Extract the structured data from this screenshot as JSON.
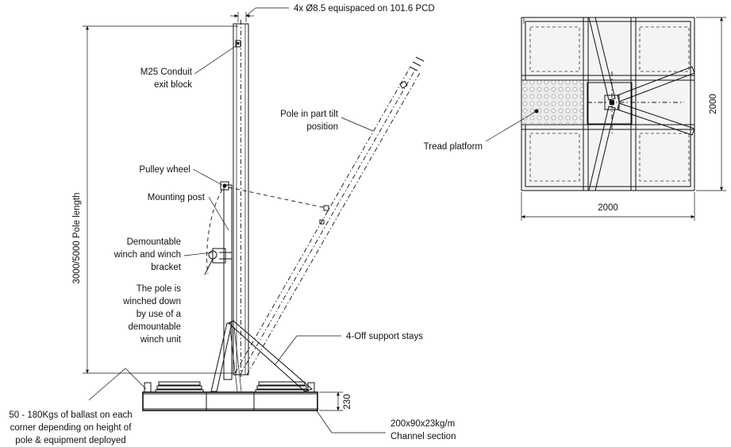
{
  "labels": {
    "bolt_spec": "4x Ø8.5 equispaced on 101.6 PCD",
    "conduit_block_line1": "M25 Conduit",
    "conduit_block_line2": "exit block",
    "tilt_line1": "Pole in part tilt",
    "tilt_line2": "position",
    "pulley_wheel": "Pulley wheel",
    "mounting_post": "Mounting post",
    "winch_line1": "Demountable",
    "winch_line2": "winch and winch",
    "winch_line3": "bracket",
    "winched_line1": "The pole is",
    "winched_line2": "winched down",
    "winched_line3": "by use of a",
    "winched_line4": "demountable",
    "winched_line5": "winch unit",
    "support_stays": "4-Off support stays",
    "ballast_line1": "50 - 180Kgs of ballast on each",
    "ballast_line2": "corner depending on height of",
    "ballast_line3": "pole & equipment deployed",
    "channel_line1": "200x90x23kg/m",
    "channel_line2": "Channel section",
    "tread_platform": "Tread platform"
  },
  "dimensions": {
    "pole_length": "3000/5000 Pole length",
    "base_height": "230",
    "plan_width": "2000",
    "plan_depth": "2000"
  }
}
